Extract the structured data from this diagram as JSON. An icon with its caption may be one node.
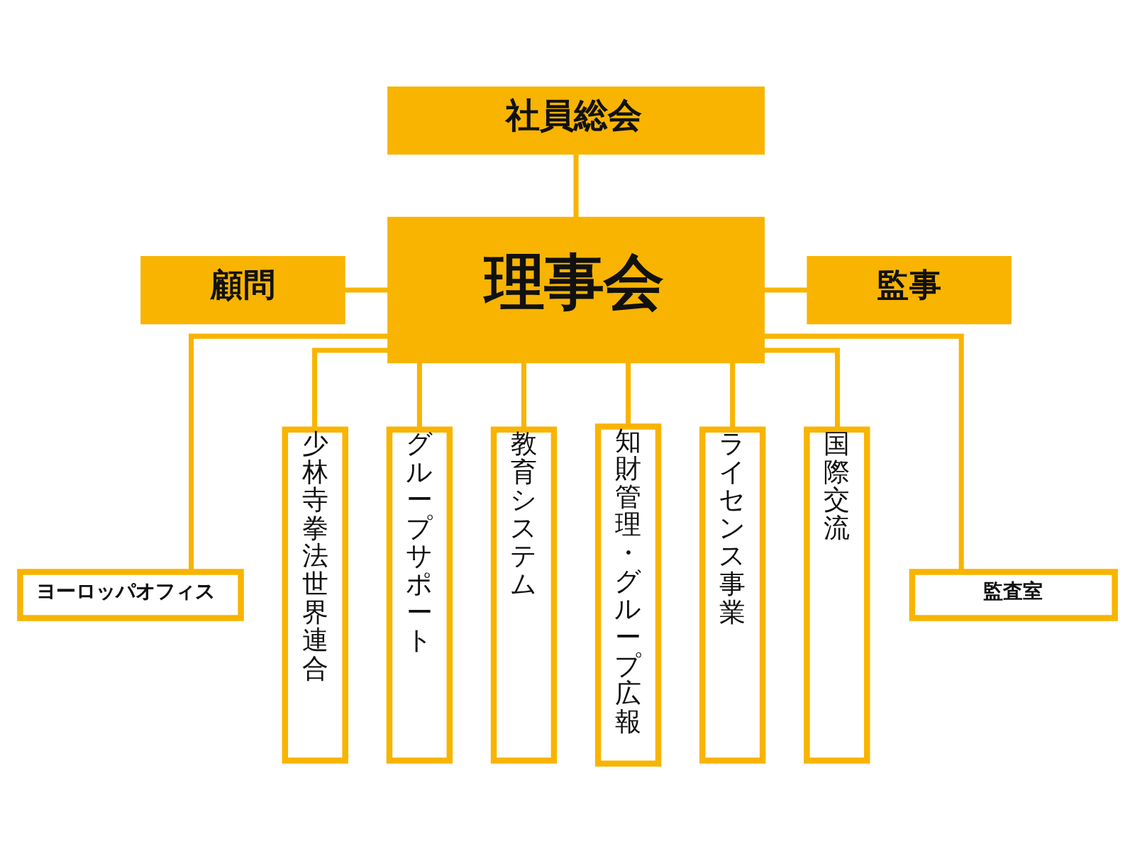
{
  "diagram": {
    "nodes": [
      {
        "text": [
          "社員総会"
        ]
      },
      {
        "text": [
          "顧問"
        ]
      },
      {
        "text": [
          "理事会"
        ]
      },
      {
        "text": [
          "監事"
        ]
      },
      {
        "text": [
          "ヨーロッパオフィス"
        ]
      },
      {
        "text": [
          "監査室"
        ]
      },
      {
        "text": [
          "少林寺拳法世界連合"
        ]
      },
      {
        "text": [
          "グループサポート"
        ]
      },
      {
        "text": [
          "教育システム"
        ]
      },
      {
        "text": [
          "知財管理・グループ広報"
        ]
      },
      {
        "text": [
          "ライセンス事業"
        ]
      },
      {
        "text": [
          "国際交流"
        ]
      }
    ],
    "edges": [
      {
        "from": 0,
        "to": 2,
        "arrow": "none"
      },
      {
        "from": 1,
        "to": 2,
        "arrow": "none"
      },
      {
        "from": 2,
        "to": 3,
        "arrow": "none"
      },
      {
        "from": 2,
        "to": 4,
        "arrow": "none"
      },
      {
        "from": 2,
        "to": 6,
        "arrow": "none"
      },
      {
        "from": 2,
        "to": 7,
        "arrow": "none"
      },
      {
        "from": 2,
        "to": 8,
        "arrow": "none"
      },
      {
        "from": 2,
        "to": 9,
        "arrow": "none"
      },
      {
        "from": 2,
        "to": 10,
        "arrow": "none"
      },
      {
        "from": 2,
        "to": 11,
        "arrow": "none"
      },
      {
        "from": 2,
        "to": 5,
        "arrow": "none"
      }
    ]
  }
}
